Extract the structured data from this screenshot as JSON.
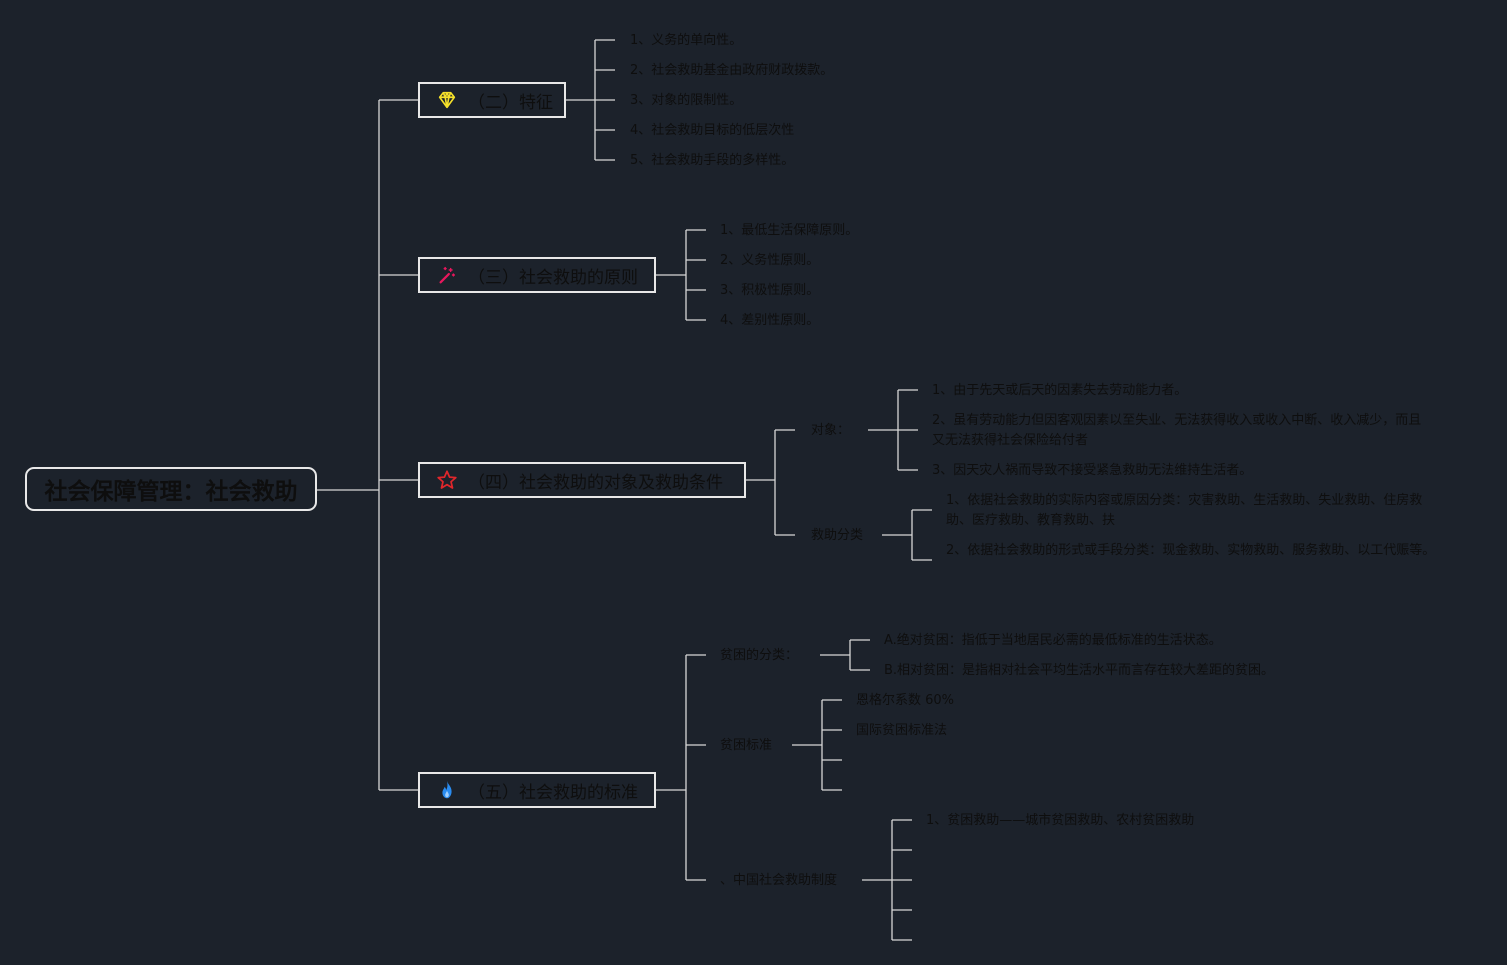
{
  "root": {
    "title": "社会保障管理：社会救助"
  },
  "branches": [
    {
      "title": "（二）特征",
      "icon": "diamond-icon",
      "icon_color": "#f5e02a",
      "items": [
        "1、义务的单向性。",
        "2、社会救助基金由政府财政拨款。",
        "3、对象的限制性。",
        "4、社会救助目标的低层次性",
        "5、社会救助手段的多样性。"
      ]
    },
    {
      "title": "（三）社会救助的原则",
      "icon": "magic-wand-icon",
      "icon_color": "#e8175d",
      "items": [
        "1、最低生活保障原则。",
        "2、义务性原则。",
        "3、积极性原则。",
        "4、差别性原则。"
      ]
    },
    {
      "title": "（四）社会救助的对象及救助条件",
      "icon": "star-icon",
      "icon_color": "#e0262b",
      "groups": [
        {
          "label": "对象：",
          "items": [
            "1、由于先天或后天的因素失去劳动能力者。",
            "2、虽有劳动能力但因客观因素以至失业、无法获得收入或收入中断、收入减少，而且又无法获得社会保险给付者",
            "3、因天灾人祸而导致不接受紧急救助无法维持生活者。"
          ]
        },
        {
          "label": "救助分类",
          "items": [
            "1、依据社会救助的实际内容或原因分类：灾害救助、生活救助、失业救助、住房救助、医疗救助、教育救助、扶",
            "2、依据社会救助的形式或手段分类：现金救助、实物救助、服务救助、以工代赈等。"
          ]
        }
      ]
    },
    {
      "title": "（五）社会救助的标准",
      "icon": "fire-icon",
      "icon_color": "#2a8cf0",
      "groups": [
        {
          "label": "贫困的分类：",
          "items": [
            "A.绝对贫困：指低于当地居民必需的最低标准的生活状态。",
            "B.相对贫困：是指相对社会平均生活水平而言存在较大差距的贫困。"
          ]
        },
        {
          "label": "贫困标准",
          "items": [
            "恩格尔系数 60%",
            "国际贫困标准法",
            "",
            ""
          ]
        },
        {
          "label": "、中国社会救助制度",
          "items": [
            "1、贫困救助——城市贫困救助、农村贫困救助",
            "",
            "",
            "",
            ""
          ]
        }
      ]
    }
  ],
  "colors": {
    "background": "#1c222b",
    "line": "#d7d7d7",
    "text": "#0e0e0e"
  }
}
